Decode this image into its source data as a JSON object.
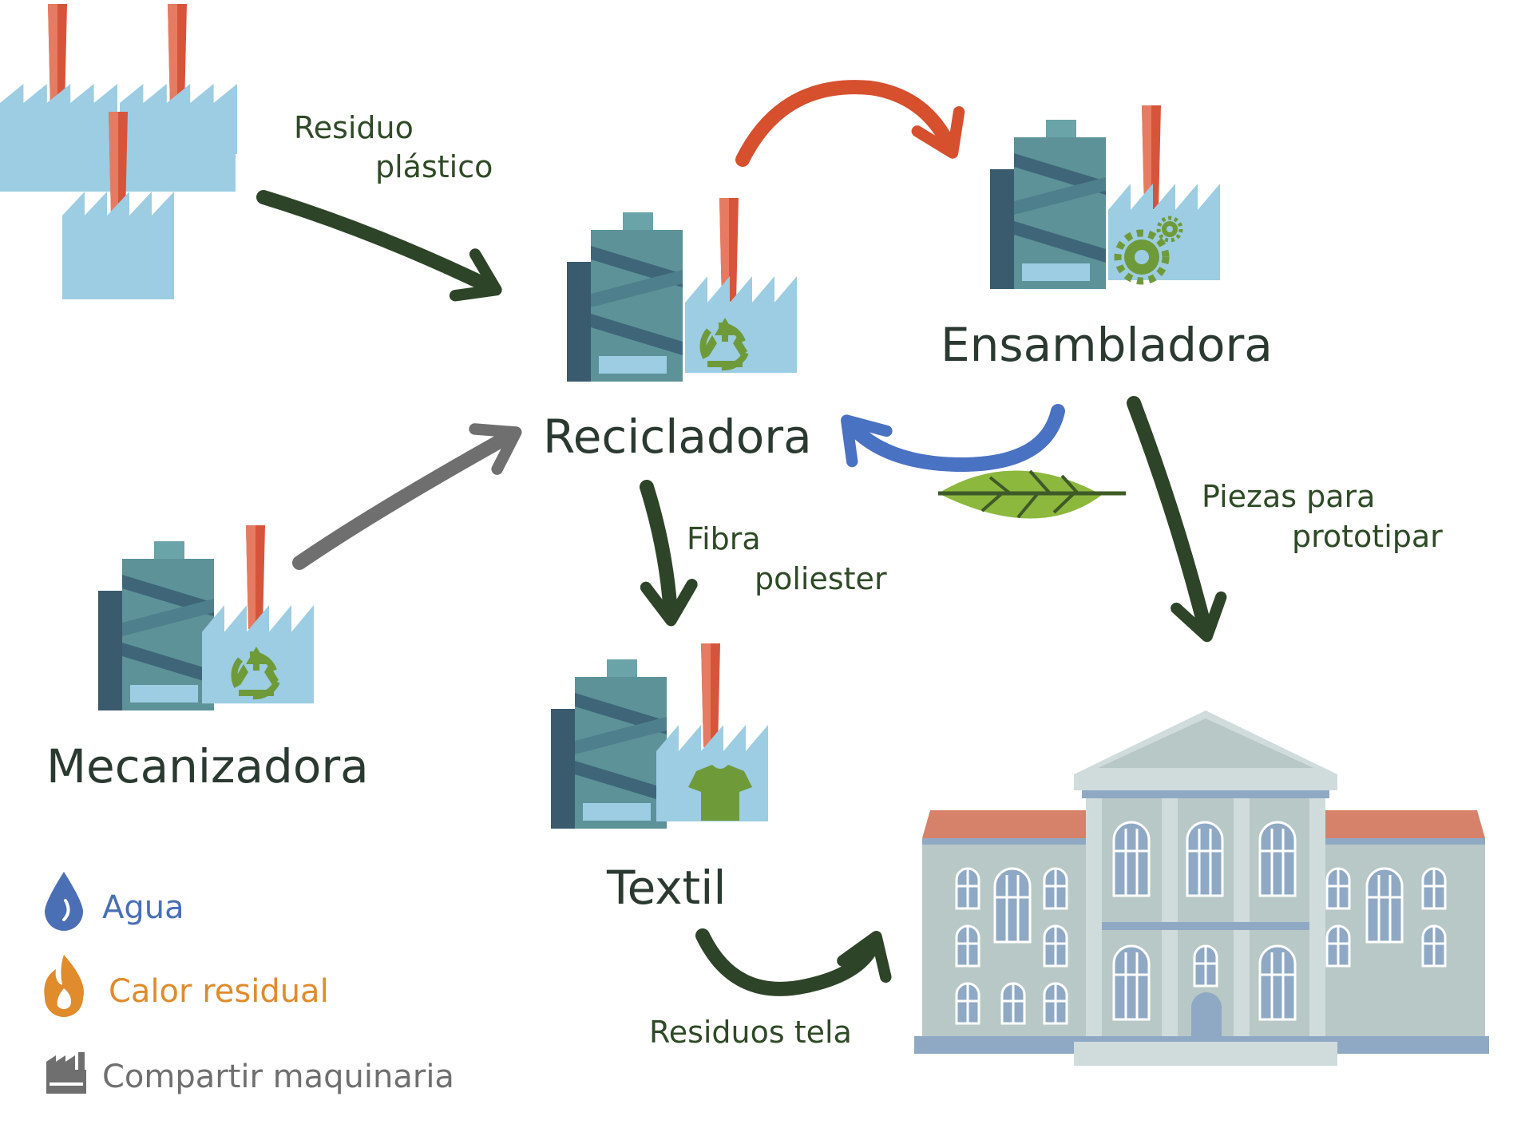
{
  "nodes": {
    "recicladora": "Recicladora",
    "ensambladora": "Ensambladora",
    "mecanizadora": "Mecanizadora",
    "textil": "Textil"
  },
  "flows": {
    "residuo_plastico": [
      "Residuo",
      "plástico"
    ],
    "fibra_poliester": [
      "Fibra",
      "poliester"
    ],
    "piezas_prototipar": [
      "Piezas para",
      "prototipar"
    ],
    "residuos_tela": "Residuos tela"
  },
  "legend": [
    {
      "label": "Agua",
      "icon": "water-drop-icon",
      "color": "#4a6fb5"
    },
    {
      "label": "Calor residual",
      "icon": "flame-icon",
      "color": "#e08b2c"
    },
    {
      "label": "Compartir maquinaria",
      "icon": "factory-icon",
      "color": "#6f6f6f"
    }
  ],
  "colors": {
    "dark_flow": "#2e4428",
    "heat_flow": "#d6502e",
    "water_flow": "#4a72c2",
    "machinery_flow": "#6f6f6f",
    "factory_light": "#9ccde2",
    "factory_dark": "#5c9298",
    "chimney": "#d6553a",
    "icon_green": "#6f9a3a"
  }
}
